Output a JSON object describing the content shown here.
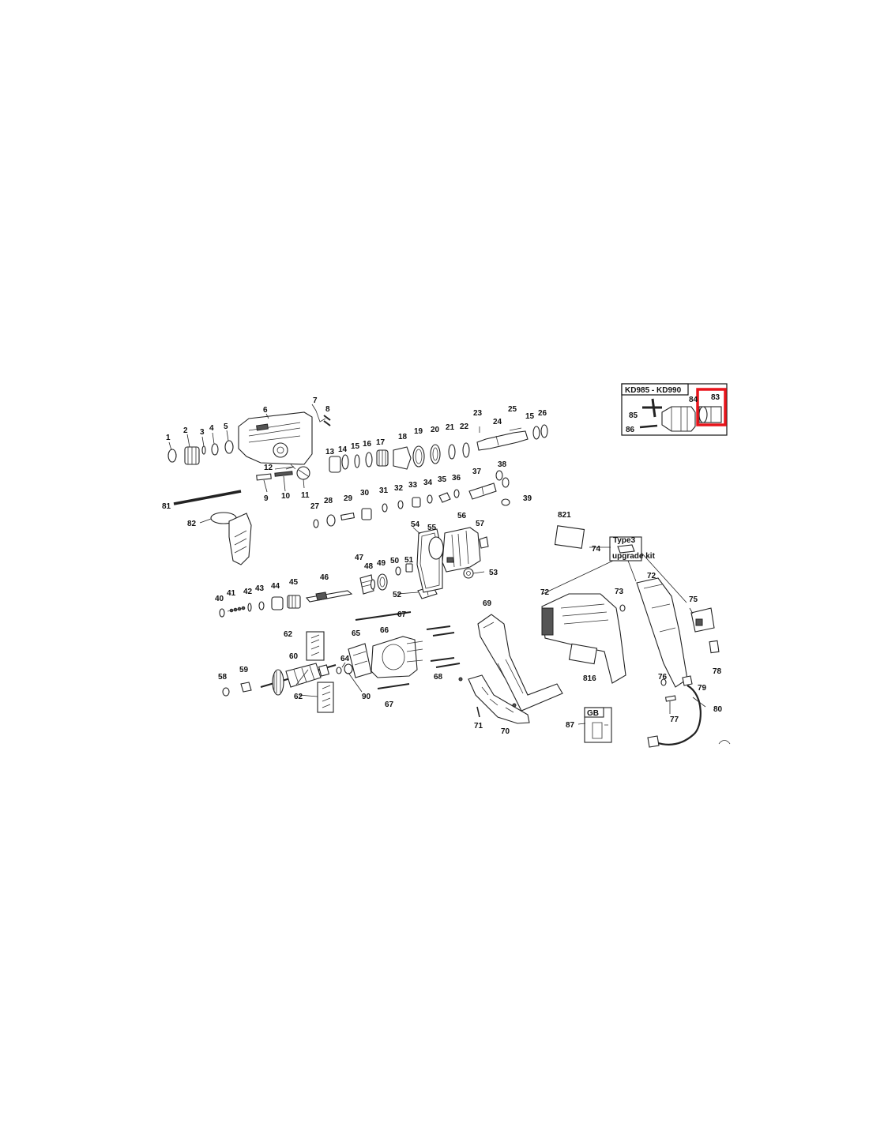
{
  "inset": {
    "title": "KD985 - KD990",
    "highlighted_part": "83",
    "part_labels": [
      "83",
      "84",
      "85",
      "86"
    ]
  },
  "labels": {
    "p1": "1",
    "p2": "2",
    "p3": "3",
    "p4": "4",
    "p5": "5",
    "p6": "6",
    "p7": "7",
    "p8": "8",
    "p9": "9",
    "p10": "10",
    "p11": "11",
    "p12": "12",
    "p13": "13",
    "p14": "14",
    "p15a": "15",
    "p15b": "15",
    "p16": "16",
    "p17": "17",
    "p18": "18",
    "p19": "19",
    "p20": "20",
    "p21": "21",
    "p22": "22",
    "p23": "23",
    "p24": "24",
    "p25": "25",
    "p26": "26",
    "p27": "27",
    "p28": "28",
    "p29": "29",
    "p30": "30",
    "p31": "31",
    "p32": "32",
    "p33": "33",
    "p34": "34",
    "p35": "35",
    "p36": "36",
    "p37": "37",
    "p38": "38",
    "p39": "39",
    "p40": "40",
    "p41": "41",
    "p42": "42",
    "p43": "43",
    "p44": "44",
    "p45": "45",
    "p46": "46",
    "p47": "47",
    "p48": "48",
    "p49": "49",
    "p50": "50",
    "p51": "51",
    "p52": "52",
    "p53": "53",
    "p54": "54",
    "p55": "55",
    "p56": "56",
    "p57": "57",
    "p58": "58",
    "p59": "59",
    "p60": "60",
    "p62a": "62",
    "p62b": "62",
    "p64": "64",
    "p65": "65",
    "p66": "66",
    "p67a": "67",
    "p67b": "67",
    "p68": "68",
    "p69": "69",
    "p70": "70",
    "p71": "71",
    "p72a": "72",
    "p72b": "72",
    "p73": "73",
    "p74": "74",
    "p75": "75",
    "p76": "76",
    "p77": "77",
    "p78": "78",
    "p79": "79",
    "p80": "80",
    "p81": "81",
    "p82": "82",
    "p87": "87",
    "p90": "90",
    "p816": "816",
    "p821": "821"
  },
  "kit_box": {
    "line1": "Type3",
    "line2": "upgrade kit"
  },
  "gb_box": {
    "label": "GB"
  }
}
